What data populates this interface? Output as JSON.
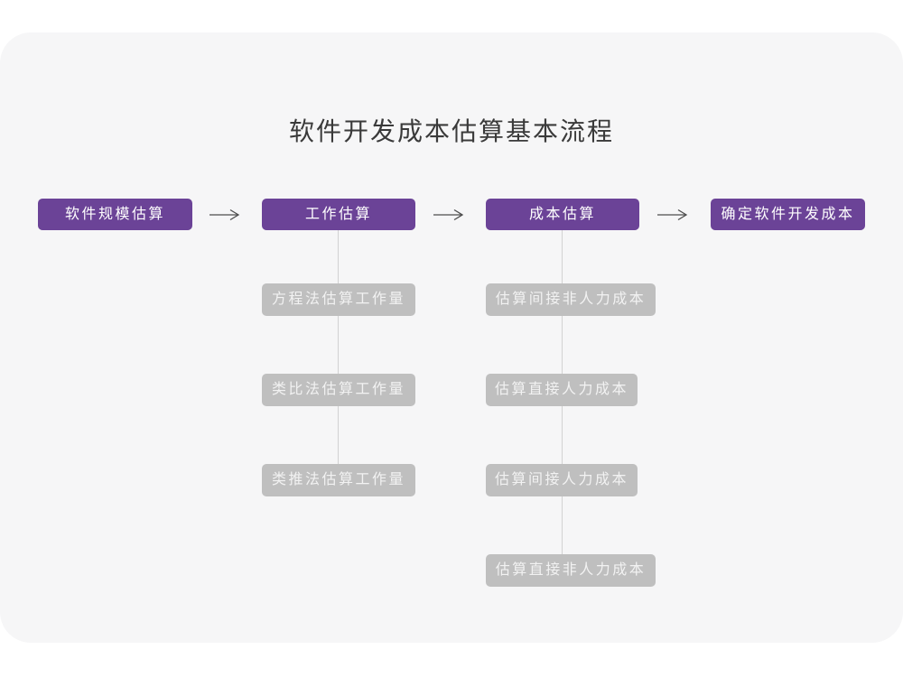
{
  "title": "软件开发成本估算基本流程",
  "colors": {
    "accent_purple": "#6B4397",
    "substep_gray": "#BFBFBF",
    "connector_gray": "#D2D2D2",
    "arrow_gray": "#4D4D4D",
    "card_background": "#F6F6F7",
    "title_text": "#3A3A3A"
  },
  "flow": {
    "stages": [
      {
        "label": "软件规模估算"
      },
      {
        "label": "工作估算",
        "substeps": [
          "方程法估算工作量",
          "类比法估算工作量",
          "类推法估算工作量"
        ]
      },
      {
        "label": "成本估算",
        "substeps": [
          "估算间接非人力成本",
          "估算直接人力成本",
          "估算间接人力成本",
          "估算直接非人力成本"
        ]
      },
      {
        "label": "确定软件开发成本"
      }
    ]
  }
}
